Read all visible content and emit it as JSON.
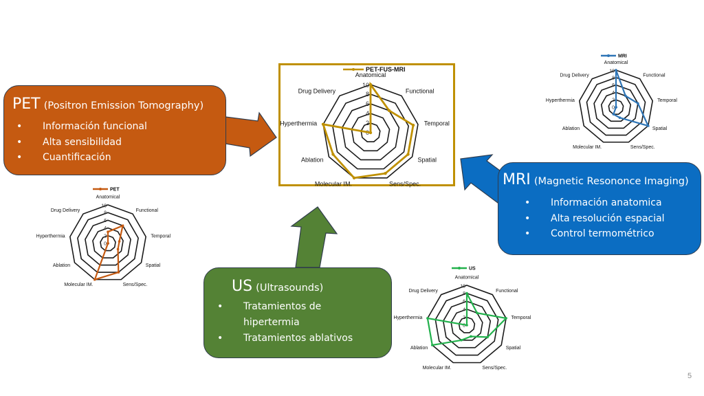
{
  "slide": {
    "page_number": "5"
  },
  "boxes": {
    "pet": {
      "abbr": "PET",
      "full": "(Positron Emission Tomography)",
      "bullets": [
        "Información funcional",
        "Alta sensibilidad",
        "Cuantificación"
      ],
      "color": "#c55a11"
    },
    "mri": {
      "abbr": "MRI",
      "full": "(Magnetic Resononce Imaging)",
      "bullets": [
        "Información anatomica",
        "Alta resolución espacial",
        "Control termométrico"
      ],
      "color": "#0b6dc2"
    },
    "us": {
      "abbr": "US",
      "full": "(Ultrasounds)",
      "bullets": [
        "Tratamientos de",
        "hipertermia",
        "Tratamientos ablativos"
      ],
      "color": "#548235"
    }
  },
  "chart_data": [
    {
      "type": "radar",
      "id": "pet-fus-mri",
      "title": "",
      "legend": "PET-FUS-MRI",
      "legend_position": "top",
      "color": "#bf9000",
      "categories": [
        "Anatomical",
        "Functional",
        "Temporal",
        "Spatial",
        "Sens/Spec.",
        "Molecular IM.",
        "Ablation",
        "Hyperthermia",
        "Drug Delivery"
      ],
      "values": [
        10,
        6,
        9,
        9,
        9,
        10,
        9,
        10,
        0
      ],
      "radial_ticks": [
        "0",
        "2",
        "4",
        "6",
        "8",
        "10"
      ],
      "rlim": [
        0,
        10
      ]
    },
    {
      "type": "radar",
      "id": "mri",
      "title": "",
      "legend": "MRI",
      "legend_position": "top",
      "color": "#2e75b6",
      "categories": [
        "Anatomical",
        "Functional",
        "Temporal",
        "Spatial",
        "Sens/Spec.",
        "Molecular IM.",
        "Ablation",
        "Hyperthermia",
        "Drug Delivery"
      ],
      "values": [
        10,
        4,
        6,
        10,
        3,
        2,
        0,
        0,
        0
      ],
      "radial_ticks": [
        "0",
        "2",
        "4",
        "6",
        "8",
        "10"
      ],
      "rlim": [
        0,
        10
      ]
    },
    {
      "type": "radar",
      "id": "pet",
      "title": "",
      "legend": "PET",
      "legend_position": "top",
      "color": "#c55a11",
      "categories": [
        "Anatomical",
        "Functional",
        "Temporal",
        "Spatial",
        "Sens/Spec.",
        "Molecular IM.",
        "Ablation",
        "Hyperthermia",
        "Drug Delivery"
      ],
      "values": [
        3,
        6,
        3,
        3,
        8,
        10,
        0,
        0,
        0
      ],
      "radial_ticks": [
        "0",
        "2",
        "4",
        "6",
        "8",
        "10"
      ],
      "rlim": [
        0,
        10
      ]
    },
    {
      "type": "radar",
      "id": "us",
      "title": "",
      "legend": "US",
      "legend_position": "top",
      "color": "#22b14c",
      "categories": [
        "Anatomical",
        "Functional",
        "Temporal",
        "Spatial",
        "Sens/Spec.",
        "Molecular IM.",
        "Ablation",
        "Hyperthermia",
        "Drug Delivery"
      ],
      "values": [
        8,
        4,
        10,
        6,
        3,
        4,
        10,
        10,
        0
      ],
      "radial_ticks": [
        "0",
        "2",
        "4",
        "6",
        "8",
        "10"
      ],
      "rlim": [
        0,
        10
      ]
    }
  ]
}
